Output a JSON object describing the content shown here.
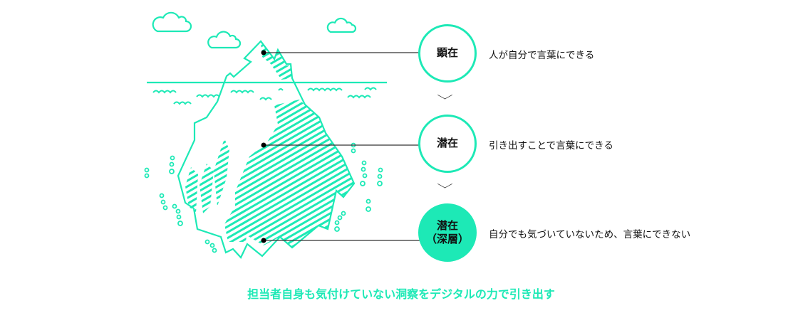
{
  "colors": {
    "accent": "#1de9b6",
    "line": "#222222"
  },
  "levels": [
    {
      "label": "顕在",
      "label2": "",
      "description": "人が自分で言葉にできる"
    },
    {
      "label": "潜在",
      "label2": "",
      "description": "引き出すことで言葉にできる"
    },
    {
      "label": "潜在",
      "label2": "（深層）",
      "description": "自分でも気づいていないため、言葉にできない"
    }
  ],
  "caption": "担当者自身も気付けていない洞察をデジタルの力で引き出す"
}
